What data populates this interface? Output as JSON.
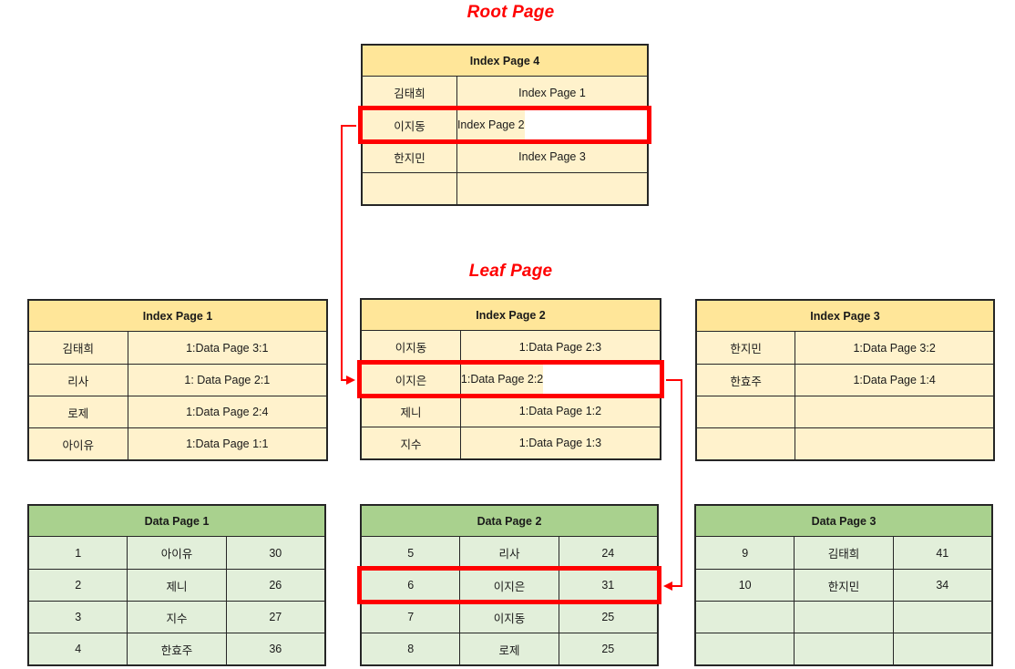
{
  "titles": {
    "root": "Root Page",
    "leaf": "Leaf Page"
  },
  "colors": {
    "index_header": "#FFE699",
    "index_row": "#FFF2CC",
    "data_header": "#A9D18E",
    "data_row": "#E2EFDA",
    "highlight_red": "#FF0000",
    "border": "#262626"
  },
  "tables": {
    "index4": {
      "title": "Index Page 4",
      "rows": [
        {
          "cells": [
            "김태희",
            "Index Page 1"
          ],
          "highlight": false
        },
        {
          "cells": [
            "이지동",
            "Index Page 2"
          ],
          "highlight": true
        },
        {
          "cells": [
            "한지민",
            "Index Page 3"
          ],
          "highlight": false
        },
        {
          "cells": [
            "",
            ""
          ],
          "highlight": false
        }
      ]
    },
    "index1": {
      "title": "Index Page 1",
      "rows": [
        {
          "cells": [
            "김태희",
            "1:Data Page 3:1"
          ],
          "highlight": false
        },
        {
          "cells": [
            "리사",
            "1: Data Page 2:1"
          ],
          "highlight": false
        },
        {
          "cells": [
            "로제",
            "1:Data Page 2:4"
          ],
          "highlight": false
        },
        {
          "cells": [
            "아이유",
            "1:Data Page 1:1"
          ],
          "highlight": false
        }
      ]
    },
    "index2": {
      "title": "Index Page 2",
      "rows": [
        {
          "cells": [
            "이지동",
            "1:Data Page 2:3"
          ],
          "highlight": false
        },
        {
          "cells": [
            "이지은",
            "1:Data Page 2:2"
          ],
          "highlight": true
        },
        {
          "cells": [
            "제니",
            "1:Data Page 1:2"
          ],
          "highlight": false
        },
        {
          "cells": [
            "지수",
            "1:Data Page 1:3"
          ],
          "highlight": false
        }
      ]
    },
    "index3": {
      "title": "Index Page 3",
      "rows": [
        {
          "cells": [
            "한지민",
            "1:Data Page 3:2"
          ],
          "highlight": false
        },
        {
          "cells": [
            "한효주",
            "1:Data Page 1:4"
          ],
          "highlight": false
        },
        {
          "cells": [
            "",
            ""
          ],
          "highlight": false
        },
        {
          "cells": [
            "",
            ""
          ],
          "highlight": false
        }
      ]
    },
    "data1": {
      "title": "Data Page 1",
      "rows": [
        {
          "cells": [
            "1",
            "아이유",
            "30"
          ],
          "highlight": false
        },
        {
          "cells": [
            "2",
            "제니",
            "26"
          ],
          "highlight": false
        },
        {
          "cells": [
            "3",
            "지수",
            "27"
          ],
          "highlight": false
        },
        {
          "cells": [
            "4",
            "한효주",
            "36"
          ],
          "highlight": false
        }
      ]
    },
    "data2": {
      "title": "Data Page 2",
      "rows": [
        {
          "cells": [
            "5",
            "리사",
            "24"
          ],
          "highlight": false
        },
        {
          "cells": [
            "6",
            "이지은",
            "31"
          ],
          "highlight": true
        },
        {
          "cells": [
            "7",
            "이지동",
            "25"
          ],
          "highlight": false
        },
        {
          "cells": [
            "8",
            "로제",
            "25"
          ],
          "highlight": false
        }
      ]
    },
    "data3": {
      "title": "Data Page 3",
      "rows": [
        {
          "cells": [
            "9",
            "김태희",
            "41"
          ],
          "highlight": false
        },
        {
          "cells": [
            "10",
            "한지민",
            "34"
          ],
          "highlight": false
        },
        {
          "cells": [
            "",
            "",
            ""
          ],
          "highlight": false
        },
        {
          "cells": [
            "",
            "",
            ""
          ],
          "highlight": false
        }
      ]
    }
  }
}
